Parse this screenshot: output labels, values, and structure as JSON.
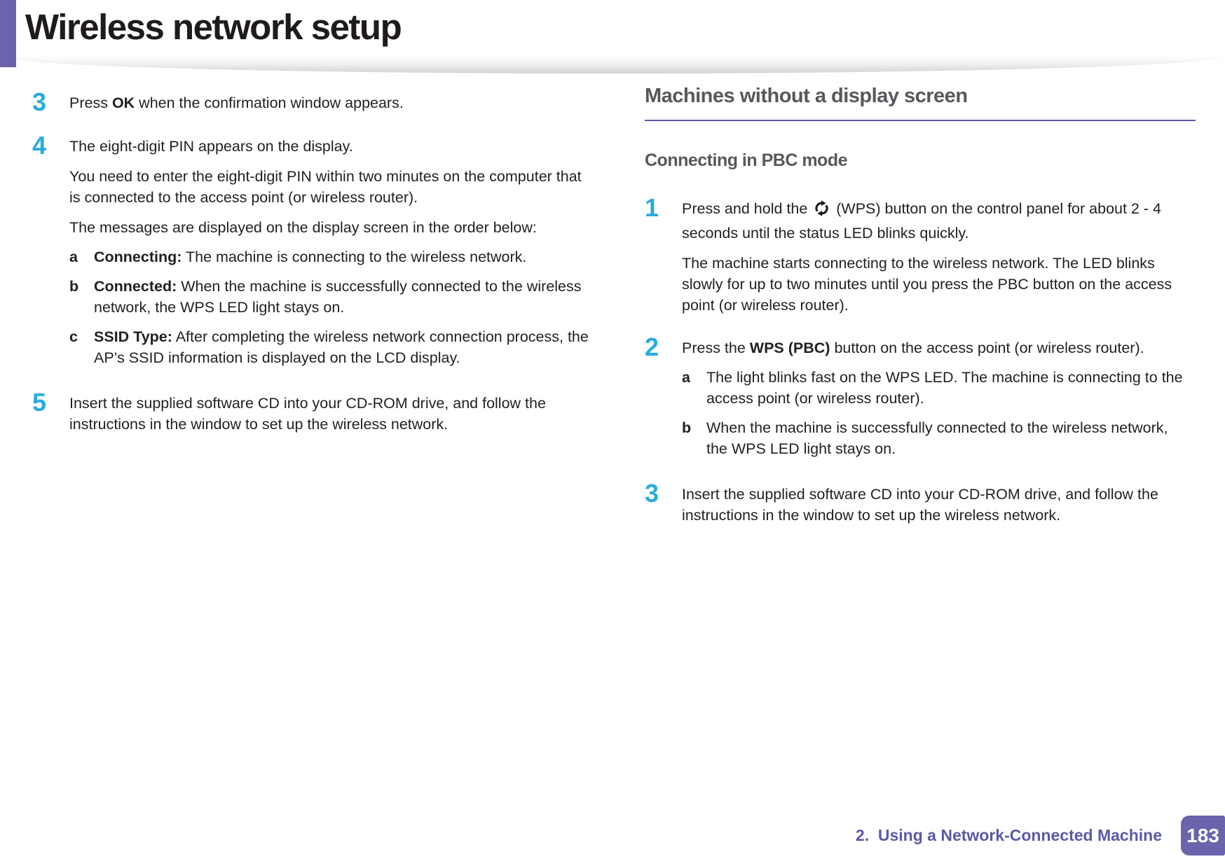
{
  "page": {
    "title": "Wireless network setup",
    "colors": {
      "accent_purple": "#6b63ab",
      "step_number_cyan": "#29abe2",
      "heading_gray": "#57585c",
      "rule_purple": "#5c59a6",
      "body_text": "#231f20"
    }
  },
  "left_column": {
    "step3": {
      "num": "3",
      "pre": "Press ",
      "bold": "OK",
      "post": " when the confirmation window appears."
    },
    "step4": {
      "num": "4",
      "text": "The eight-digit PIN appears on the display.",
      "para1": "You need to enter the eight-digit PIN within two minutes on the computer that is connected to the access point (or wireless router).",
      "para2": "The messages are displayed on the display screen in the order below:",
      "items": [
        {
          "letter": "a",
          "bold": "Connecting:",
          "text": " The machine is connecting to the wireless network."
        },
        {
          "letter": "b",
          "bold": "Connected:",
          "text": " When the machine is successfully connected to the wireless network, the WPS LED light stays on."
        },
        {
          "letter": "c",
          "bold": "SSID Type:",
          "text": " After completing the wireless network connection process, the AP’s SSID information is displayed on the LCD display."
        }
      ]
    },
    "step5": {
      "num": "5",
      "text": "Insert the supplied software CD into your CD-ROM drive, and follow the instructions in the window to set up the wireless network."
    }
  },
  "right_column": {
    "heading": "Machines without a display screen",
    "subheading": "Connecting in PBC mode",
    "step1": {
      "num": "1",
      "pre": "Press and hold the ",
      "icon": "wps-icon",
      "post": " (WPS) button on the control panel for about 2 - 4 seconds until the status LED blinks quickly.",
      "para": "The machine starts connecting to the wireless network. The LED blinks slowly for up to two minutes until you press the PBC button on the access point (or wireless router)."
    },
    "step2": {
      "num": "2",
      "pre": "Press the ",
      "bold": "WPS (PBC)",
      "post": " button on the access point (or wireless router).",
      "items": [
        {
          "letter": "a",
          "text": "The light blinks fast on the WPS LED. The machine is connecting to the access point (or wireless router)."
        },
        {
          "letter": "b",
          "text": "When the machine is successfully connected to the wireless network, the WPS LED light stays on."
        }
      ]
    },
    "step3": {
      "num": "3",
      "text": "Insert the supplied software CD into your CD-ROM drive, and follow the instructions in the window to set up the wireless network."
    }
  },
  "footer": {
    "chapter": "2.  Using a Network-Connected Machine",
    "page_number": "183"
  }
}
